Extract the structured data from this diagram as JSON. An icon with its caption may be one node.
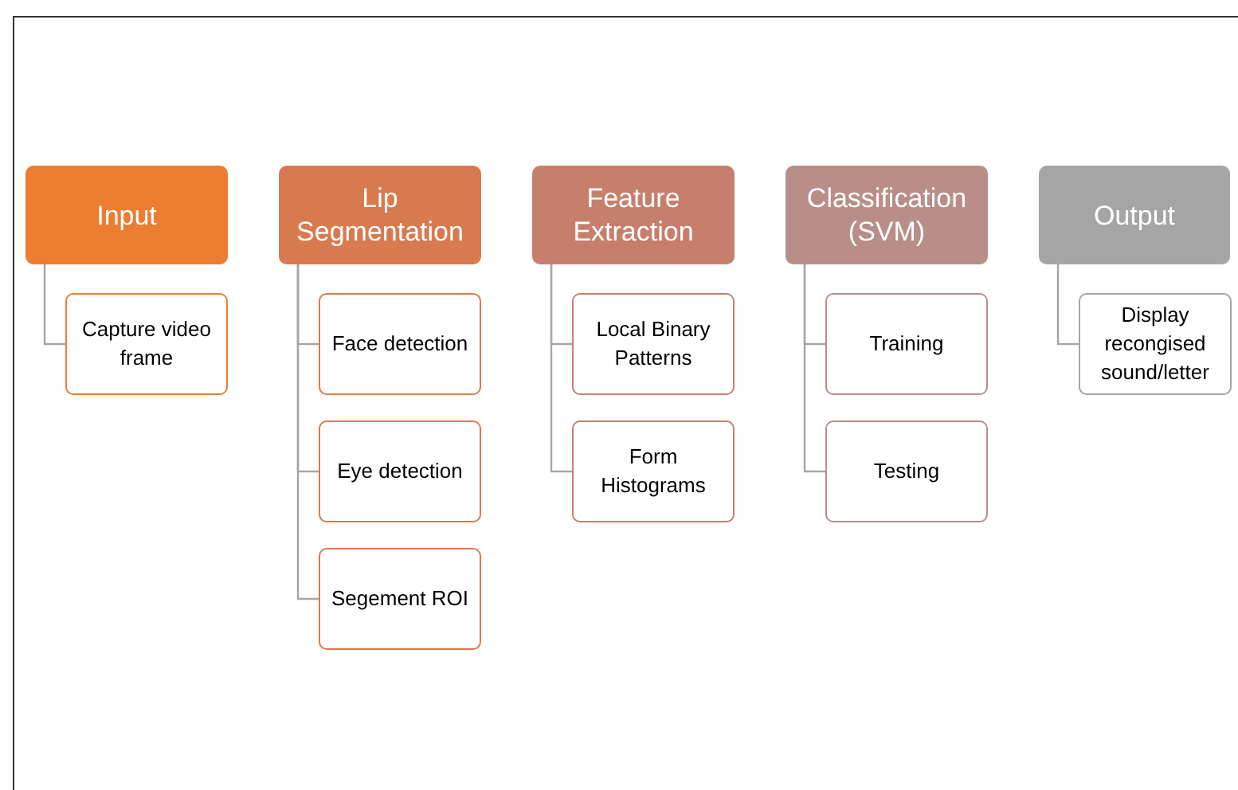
{
  "diagram": {
    "nodes": [
      {
        "text": [
          "Input"
        ]
      },
      {
        "text": [
          "Capture video frame"
        ]
      },
      {
        "text": [
          "Lip Segmentation"
        ]
      },
      {
        "text": [
          "Face detection"
        ]
      },
      {
        "text": [
          "Eye detection"
        ]
      },
      {
        "text": [
          "Segement ROI"
        ]
      },
      {
        "text": [
          "Feature Extraction"
        ]
      },
      {
        "text": [
          "Local Binary Patterns"
        ]
      },
      {
        "text": [
          "Form Histograms"
        ]
      },
      {
        "text": [
          "Classification (SVM)"
        ]
      },
      {
        "text": [
          "Training"
        ]
      },
      {
        "text": [
          "Testing"
        ]
      },
      {
        "text": [
          "Output"
        ]
      },
      {
        "text": [
          "Display recongised sound/letter"
        ]
      }
    ],
    "edges": [
      {
        "from": 0,
        "to": 1,
        "arrow": "none"
      },
      {
        "from": 2,
        "to": 3,
        "arrow": "none"
      },
      {
        "from": 2,
        "to": 4,
        "arrow": "none"
      },
      {
        "from": 2,
        "to": 5,
        "arrow": "none"
      },
      {
        "from": 6,
        "to": 7,
        "arrow": "none"
      },
      {
        "from": 6,
        "to": 8,
        "arrow": "none"
      },
      {
        "from": 9,
        "to": 10,
        "arrow": "none"
      },
      {
        "from": 9,
        "to": 11,
        "arrow": "none"
      },
      {
        "from": 12,
        "to": 13,
        "arrow": "none"
      }
    ]
  }
}
